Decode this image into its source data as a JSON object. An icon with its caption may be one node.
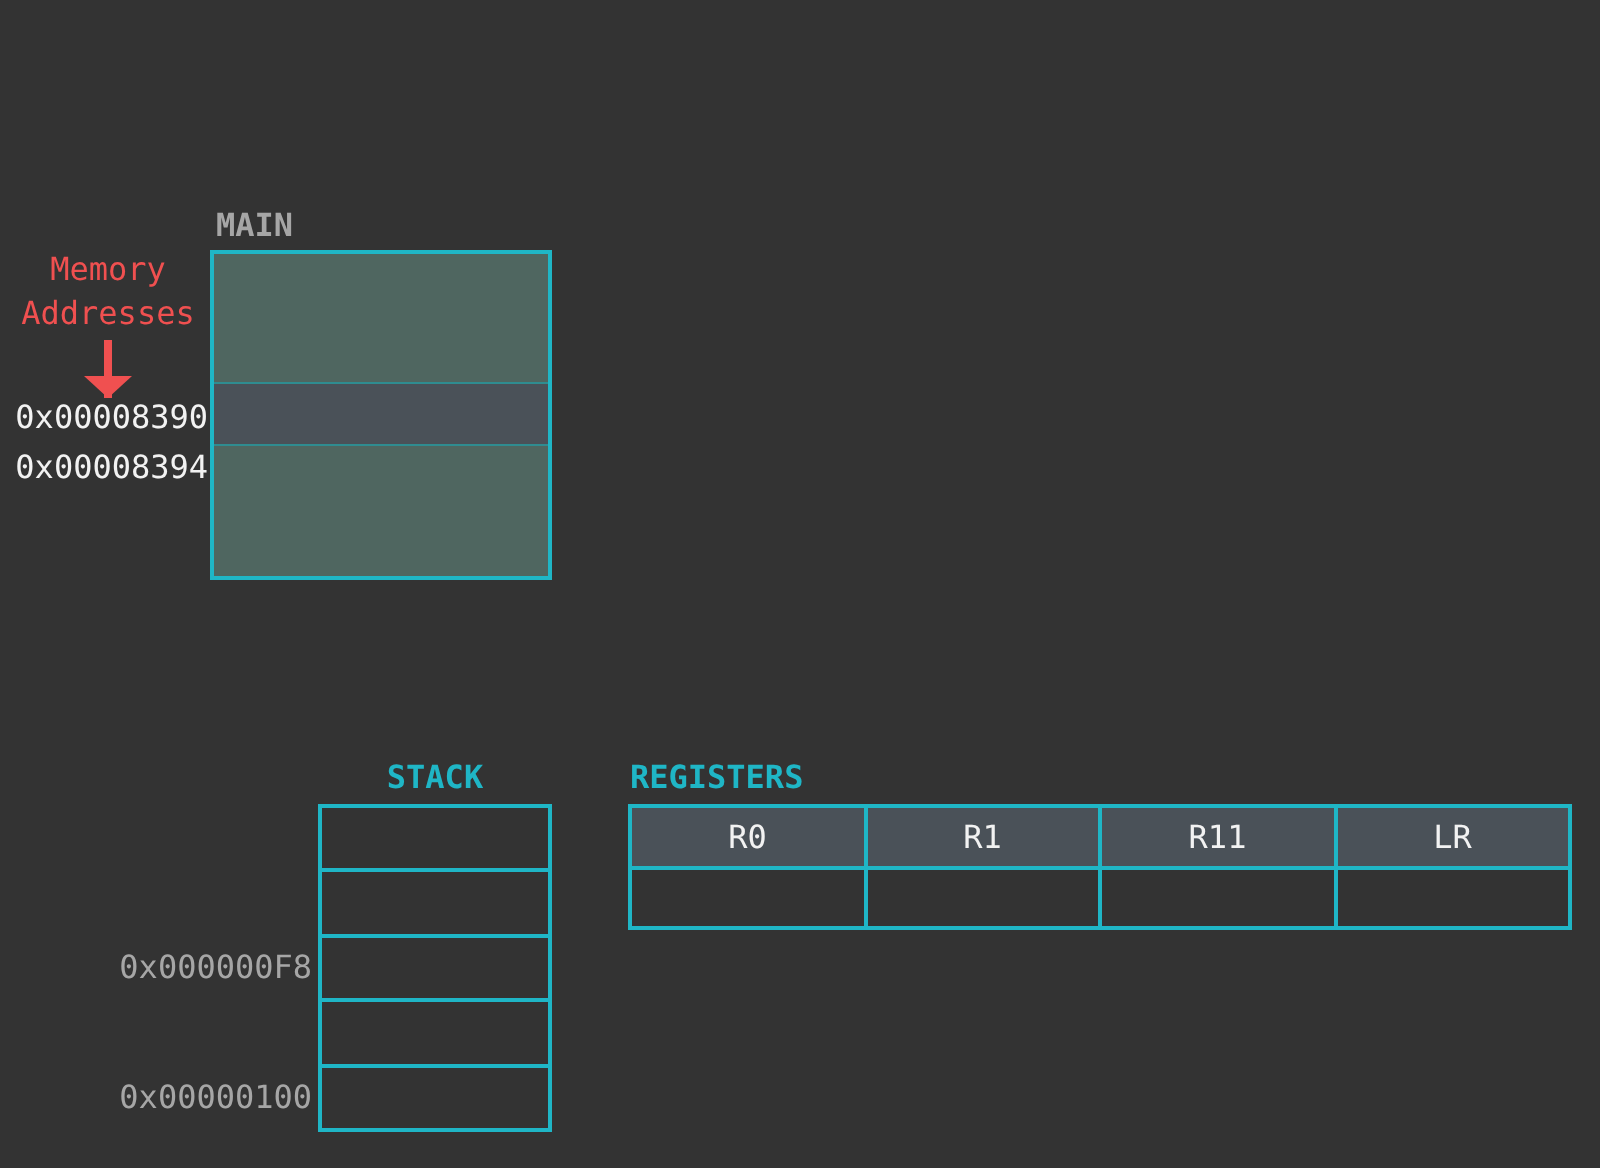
{
  "diagram": {
    "nodes": [
      {
        "text": [
          "MAIN"
        ]
      },
      {
        "text": [],
        "shape": "bar",
        "in": 0
      },
      {
        "text": [
          "Memory Addresses"
        ]
      },
      {
        "text": [
          "0x00008390"
        ]
      },
      {
        "text": [
          "STACK"
        ]
      },
      {
        "text": [],
        "shape": "box",
        "in": 4
      },
      {
        "text": [],
        "shape": "box",
        "in": 4
      },
      {
        "text": [],
        "shape": "box",
        "in": 4,
        "beside": [
          "0x000000F8"
        ]
      },
      {
        "text": [],
        "shape": "box",
        "in": 4
      },
      {
        "text": [],
        "shape": "box",
        "in": 4,
        "beside": [
          "0x00000100"
        ]
      },
      {
        "text": [
          "REGISTERS"
        ]
      },
      {
        "text": [
          "R0"
        ],
        "in": 10
      },
      {
        "text": [
          "R1"
        ],
        "in": 10
      },
      {
        "text": [
          "R11"
        ],
        "in": 10
      },
      {
        "text": [
          "LR"
        ],
        "in": 10
      },
      {
        "text": [],
        "shape": "box",
        "in": 10
      },
      {
        "text": [],
        "shape": "box",
        "in": 10
      },
      {
        "text": [],
        "shape": "box",
        "in": 10
      },
      {
        "text": [],
        "shape": "box",
        "in": 10
      }
    ],
    "edges": [
      {
        "from": 2,
        "to": 3,
        "arrow": "to"
      }
    ],
    "labels": [
      "0x00008394"
    ]
  }
}
